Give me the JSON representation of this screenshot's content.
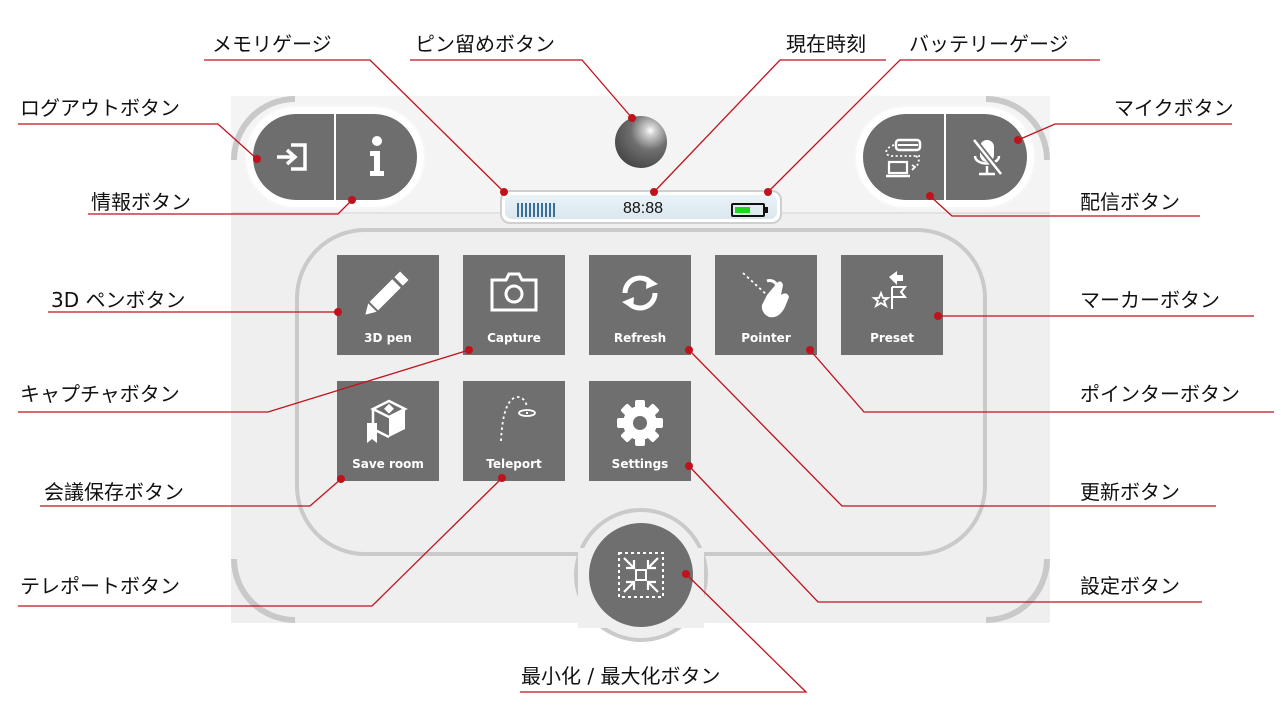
{
  "status_bar": {
    "time": "88:88"
  },
  "buttons": {
    "pen": "3D pen",
    "capture": "Capture",
    "refresh": "Refresh",
    "pointer": "Pointer",
    "preset": "Preset",
    "save_room": "Save room",
    "teleport": "Teleport",
    "settings": "Settings"
  },
  "callouts": {
    "memory_gauge": "メモリゲージ",
    "pin_button": "ピン留めボタン",
    "current_time": "現在時刻",
    "battery_gauge": "バッテリーゲージ",
    "logout_button": "ログアウトボタン",
    "mic_button": "マイクボタン",
    "info_button": "情報ボタン",
    "stream_button": "配信ボタン",
    "pen_button": "3D ペンボタン",
    "marker_button": "マーカーボタン",
    "capture_button": "キャプチャボタン",
    "pointer_button": "ポインターボタン",
    "save_room_button": "会議保存ボタン",
    "refresh_button": "更新ボタン",
    "teleport_button": "テレポートボタン",
    "settings_button": "設定ボタン",
    "minmax_button": "最小化 / 最大化ボタン"
  },
  "colors": {
    "leader_line": "#c0121c",
    "button_fill": "#6f6f6f",
    "battery_fill": "#1ed81e",
    "memory_gauge": "#3a6f98"
  }
}
